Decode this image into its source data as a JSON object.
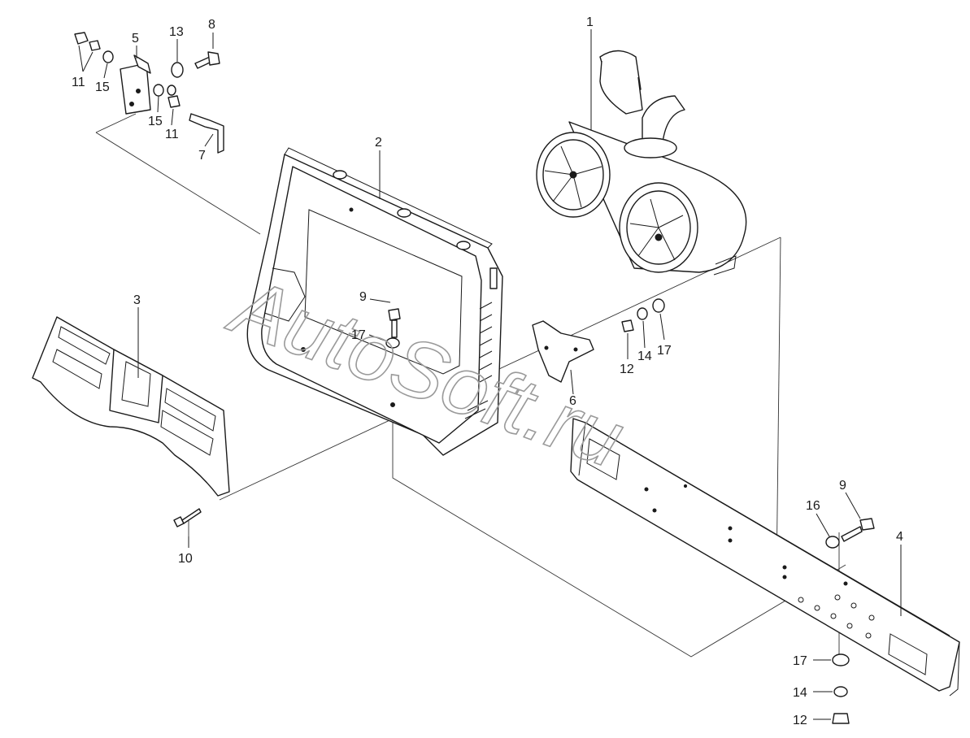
{
  "watermark": "AutoSoft.ru",
  "callouts": {
    "c1": "1",
    "c2": "2",
    "c3": "3",
    "c4": "4",
    "c5": "5",
    "c6": "6",
    "c7": "7",
    "c8": "8",
    "c9a": "9",
    "c9b": "9",
    "c10": "10",
    "c11a": "11",
    "c11b": "11",
    "c12a": "12",
    "c12b": "12",
    "c13": "13",
    "c14a": "14",
    "c14b": "14",
    "c15a": "15",
    "c15b": "15",
    "c16": "16",
    "c17a": "17",
    "c17b": "17",
    "c17c": "17"
  },
  "parts": [
    {
      "id": "1",
      "icon": "air-cleaner-assembly"
    },
    {
      "id": "2",
      "icon": "radiator-frame"
    },
    {
      "id": "3",
      "icon": "grille-panel"
    },
    {
      "id": "4",
      "icon": "cross-member-channel"
    },
    {
      "id": "5",
      "icon": "mounting-bracket"
    },
    {
      "id": "6",
      "icon": "support-bracket"
    },
    {
      "id": "7",
      "icon": "hook-bolt"
    },
    {
      "id": "8",
      "icon": "bolt"
    },
    {
      "id": "9",
      "icon": "bolt"
    },
    {
      "id": "10",
      "icon": "screw"
    },
    {
      "id": "11",
      "icon": "nut"
    },
    {
      "id": "12",
      "icon": "nut"
    },
    {
      "id": "13",
      "icon": "washer"
    },
    {
      "id": "14",
      "icon": "spring-washer"
    },
    {
      "id": "15",
      "icon": "washer"
    },
    {
      "id": "16",
      "icon": "washer"
    },
    {
      "id": "17",
      "icon": "washer"
    }
  ]
}
